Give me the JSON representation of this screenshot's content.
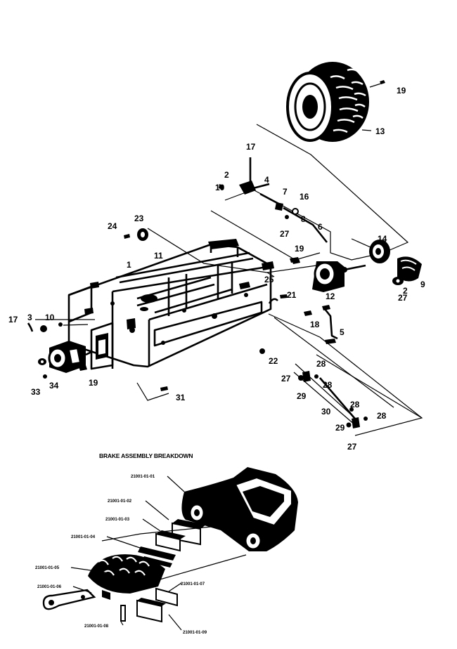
{
  "callouts": [
    {
      "id": "c19a",
      "text": "19"
    },
    {
      "id": "c13",
      "text": "13"
    },
    {
      "id": "c17a",
      "text": "17"
    },
    {
      "id": "c2a",
      "text": "2"
    },
    {
      "id": "c4",
      "text": "4"
    },
    {
      "id": "c10a",
      "text": "10"
    },
    {
      "id": "c7",
      "text": "7"
    },
    {
      "id": "c16",
      "text": "16"
    },
    {
      "id": "c8",
      "text": "8"
    },
    {
      "id": "c27a",
      "text": "27"
    },
    {
      "id": "c6",
      "text": "6"
    },
    {
      "id": "c23",
      "text": "23"
    },
    {
      "id": "c24",
      "text": "24"
    },
    {
      "id": "c19b",
      "text": "19"
    },
    {
      "id": "c14",
      "text": "14"
    },
    {
      "id": "c11",
      "text": "11"
    },
    {
      "id": "c1",
      "text": "1"
    },
    {
      "id": "c25",
      "text": "25"
    },
    {
      "id": "c12",
      "text": "12"
    },
    {
      "id": "c9",
      "text": "9"
    },
    {
      "id": "c2b",
      "text": "2"
    },
    {
      "id": "c27b",
      "text": "27"
    },
    {
      "id": "c21",
      "text": "21"
    },
    {
      "id": "c17b",
      "text": "17"
    },
    {
      "id": "c3",
      "text": "3"
    },
    {
      "id": "c10b",
      "text": "10"
    },
    {
      "id": "c18",
      "text": "18"
    },
    {
      "id": "c5",
      "text": "5"
    },
    {
      "id": "c22",
      "text": "22"
    },
    {
      "id": "c28a",
      "text": "28"
    },
    {
      "id": "c27c",
      "text": "27"
    },
    {
      "id": "c28b",
      "text": "28"
    },
    {
      "id": "c29a",
      "text": "29"
    },
    {
      "id": "c19c",
      "text": "19"
    },
    {
      "id": "c33",
      "text": "33"
    },
    {
      "id": "c34",
      "text": "34"
    },
    {
      "id": "c31",
      "text": "31"
    },
    {
      "id": "c30",
      "text": "30"
    },
    {
      "id": "c28c",
      "text": "28"
    },
    {
      "id": "c28d",
      "text": "28"
    },
    {
      "id": "c29b",
      "text": "29"
    },
    {
      "id": "c27d",
      "text": "27"
    }
  ],
  "brake": {
    "title": "BRAKE ASSEMBLY BREAKDOWN",
    "part_numbers": [
      {
        "id": "p1",
        "text": "21001-01-01"
      },
      {
        "id": "p2",
        "text": "21001-01-02"
      },
      {
        "id": "p3",
        "text": "21001-01-03"
      },
      {
        "id": "p4",
        "text": "21001-01-04"
      },
      {
        "id": "p5",
        "text": "21001-01-05"
      },
      {
        "id": "p6",
        "text": "21001-01-06"
      },
      {
        "id": "p7",
        "text": "21001-01-07"
      },
      {
        "id": "p8",
        "text": "21001-01-08"
      },
      {
        "id": "p9",
        "text": "21001-01-09"
      }
    ]
  }
}
